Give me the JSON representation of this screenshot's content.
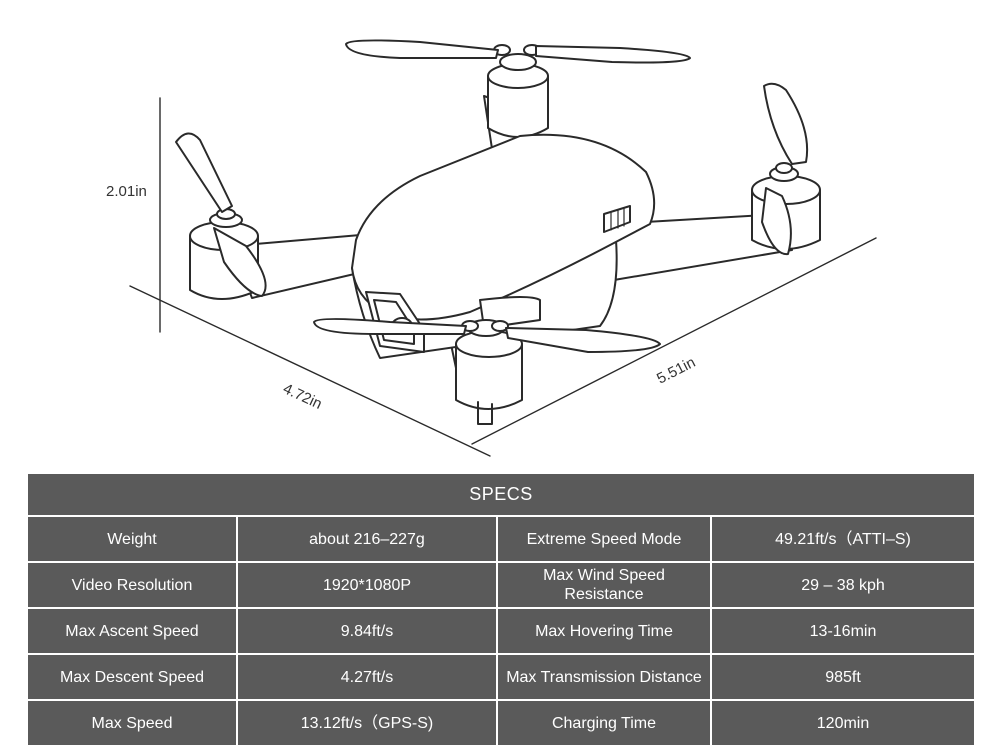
{
  "dimensions": {
    "height": "2.01in",
    "width": "4.72in",
    "length": "5.51in"
  },
  "specs": {
    "title": "SPECS",
    "rows": [
      {
        "label1": "Weight",
        "value1": "about 216–227g",
        "label2": "Extreme Speed Mode",
        "value2": "49.21ft/s（ATTI–S)"
      },
      {
        "label1": "Video Resolution",
        "value1": "1920*1080P",
        "label2": "Max Wind Speed Resistance",
        "value2": "29 – 38 kph"
      },
      {
        "label1": "Max Ascent Speed",
        "value1": "9.84ft/s",
        "label2": "Max Hovering Time",
        "value2": "13-16min"
      },
      {
        "label1": "Max Descent Speed",
        "value1": "4.27ft/s",
        "label2": "Max Transmission Distance",
        "value2": "985ft"
      },
      {
        "label1": "Max Speed",
        "value1": "13.12ft/s（GPS-S)",
        "label2": "Charging Time",
        "value2": "120min"
      }
    ]
  }
}
